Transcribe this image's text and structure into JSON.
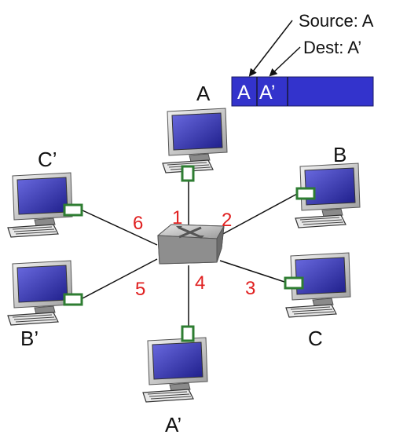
{
  "annotations": {
    "source_label": "Source: A",
    "dest_label": "Dest: A’"
  },
  "frame": {
    "field_source": "A",
    "field_dest": "A’",
    "color": "#3333cc"
  },
  "switch": {
    "icon": "network-switch-icon"
  },
  "ports": [
    "1",
    "2",
    "3",
    "4",
    "5",
    "6"
  ],
  "hosts": {
    "a": "A",
    "b": "B",
    "c": "C",
    "a_prime": "A’",
    "b_prime": "B’",
    "c_prime": "C’"
  },
  "colors": {
    "port_number": "#e02020",
    "link": "#111111",
    "adapter": "#2e7d32",
    "screen": "#4848c8"
  }
}
